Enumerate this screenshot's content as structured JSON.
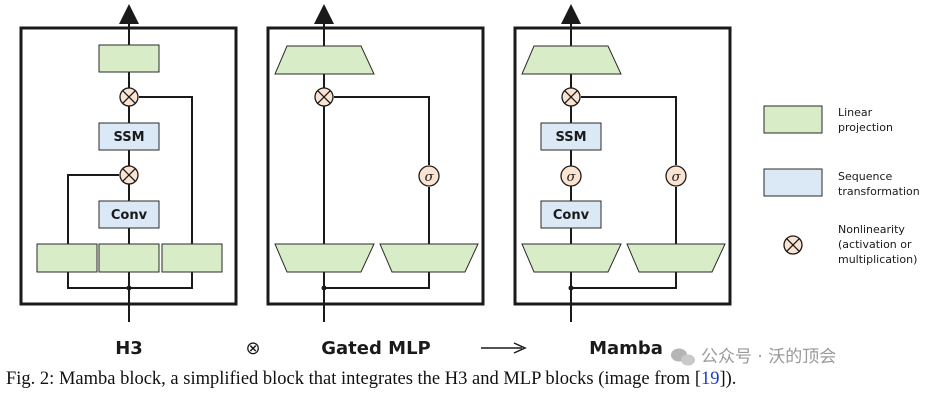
{
  "blocks": {
    "h3": {
      "label": "H3",
      "ssm": "SSM",
      "conv": "Conv"
    },
    "gated_mlp": {
      "label": "Gated MLP",
      "sigma": "σ"
    },
    "mamba": {
      "label": "Mamba",
      "ssm": "SSM",
      "conv": "Conv",
      "sigma": "σ"
    }
  },
  "operators": {
    "combine": "⊗",
    "arrow": "⟶"
  },
  "legend": {
    "linear_line1": "Linear",
    "linear_line2": "projection",
    "sequence_line1": "Sequence",
    "sequence_line2": "transformation",
    "nonlin_line1": "Nonlinearity",
    "nonlin_line2": "(activation or",
    "nonlin_line3": "multiplication)"
  },
  "colors": {
    "linear_projection": "#d9ecc8",
    "sequence_transformation": "#dbe8f6",
    "nonlinearity": "#fbe3d2"
  },
  "watermark": "公众号 · 沃的顶会",
  "caption": {
    "prefix": "Fig. 2: Mamba block, a simplified block that integrates the H3 and MLP blocks (image from [",
    "ref": "19",
    "suffix": "])."
  }
}
